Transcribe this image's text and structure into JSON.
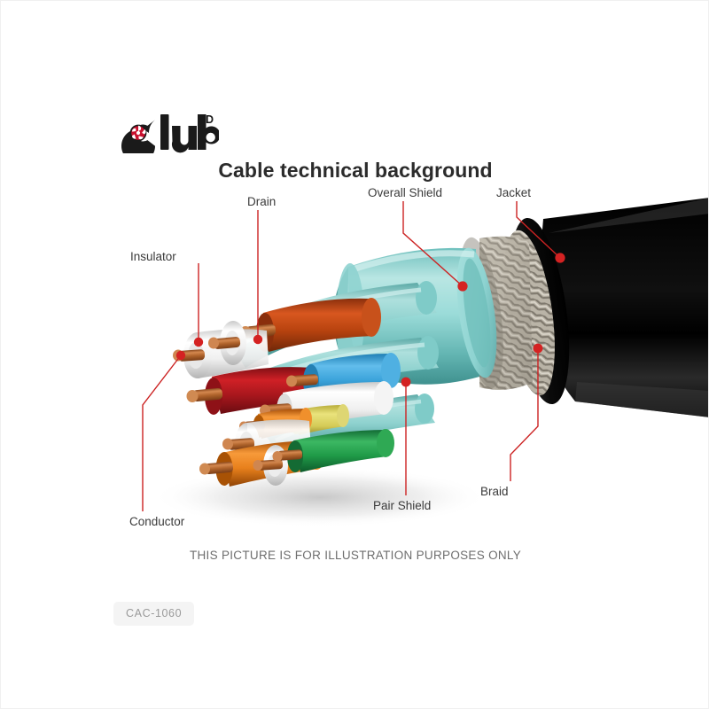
{
  "brand": {
    "name": "Club",
    "suffix": "3D",
    "logo_icon": "club3d-fan-emblem",
    "logo_color": "#1a1a1a",
    "emblem_color": "#c8102e"
  },
  "header": {
    "title": "Cable technical background"
  },
  "diagram": {
    "name": "cable-cutaway-illustration",
    "accent_color": "#cc2222",
    "labels": [
      {
        "id": "insulator",
        "text": "Insulator"
      },
      {
        "id": "drain",
        "text": "Drain"
      },
      {
        "id": "overall-shield",
        "text": "Overall Shield"
      },
      {
        "id": "jacket",
        "text": "Jacket"
      },
      {
        "id": "conductor",
        "text": "Conductor"
      },
      {
        "id": "pair-shield",
        "text": "Pair Shield"
      },
      {
        "id": "braid",
        "text": "Braid"
      }
    ],
    "materials": {
      "jacket_color": "#0a0a0a",
      "braid_color": "#b9b3a6",
      "overall_shield_color": "#8fd4d2",
      "pair_shield_color": "#7ec9c6",
      "conductor_color": "#b5682f",
      "insulator_color": "#f2f2f2",
      "pair_colors": [
        "#c0451a",
        "#b01f24",
        "#4aa8dd",
        "#ffffff",
        "#e07a1f",
        "#2e9e4f",
        "#d9d24a"
      ]
    }
  },
  "footer": {
    "disclaimer": "THIS PICTURE IS FOR ILLUSTRATION PURPOSES ONLY",
    "part_number": "CAC-1060"
  }
}
